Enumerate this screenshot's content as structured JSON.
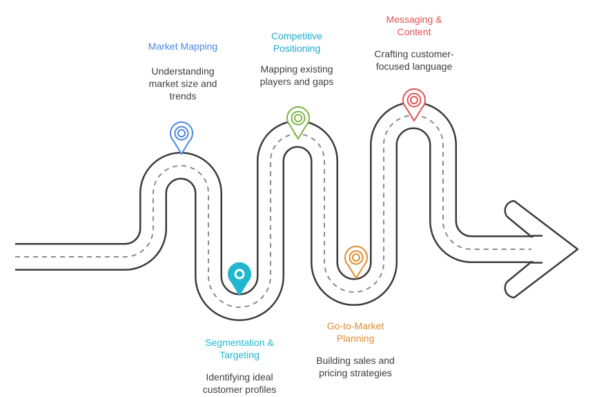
{
  "milestones": [
    {
      "id": "market-mapping",
      "title": "Market Mapping",
      "description": "Understanding market size and trends",
      "color": "#4a86e0",
      "marker": "target-pin"
    },
    {
      "id": "segmentation",
      "title": "Segmentation & Targeting",
      "description": "Identifying ideal customer profiles",
      "color": "#1fb6d0",
      "marker": "solid-pin"
    },
    {
      "id": "competitive",
      "title": "Competitive Positioning",
      "description": "Mapping existing players and gaps",
      "color": "#7cb342",
      "marker": "target-pin"
    },
    {
      "id": "go-to-market",
      "title": "Go-to-Market Planning",
      "description": "Building sales and pricing strategies",
      "color": "#e08a2e",
      "marker": "target-pin"
    },
    {
      "id": "messaging",
      "title": "Messaging & Content",
      "description": "Crafting customer-focused language",
      "color": "#e05252",
      "marker": "target-pin"
    }
  ],
  "road": {
    "stroke": "#3a3a3a",
    "fill": "#ffffff",
    "dash_color": "#8a8a8a"
  }
}
